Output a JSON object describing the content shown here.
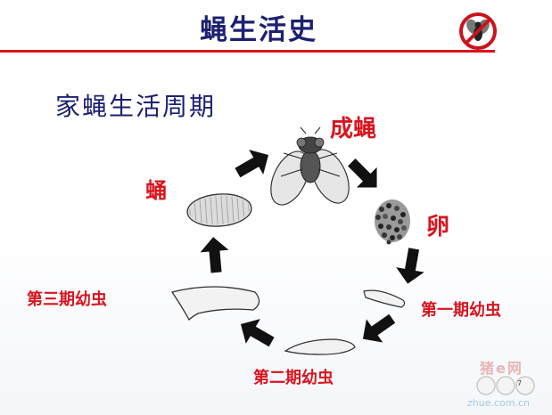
{
  "slide": {
    "title": "蝇生活史",
    "subtitle": "家蝇生活周期",
    "page_number": "7"
  },
  "stages": {
    "adult": "成蝇",
    "egg": "卵",
    "larva_1": "第一期幼虫",
    "larva_2": "第二期幼虫",
    "larva_3": "第三期幼虫",
    "pupa": "蛹"
  },
  "watermark": {
    "name": "猪e网",
    "url": "zhue.com.cn"
  },
  "colors": {
    "title": "#1d2070",
    "accent_red": "#d9141e",
    "arrow": "#111111"
  },
  "icons": {
    "header_icon": "no-fly-icon",
    "arrow_icon": "cycle-arrow-icon"
  }
}
